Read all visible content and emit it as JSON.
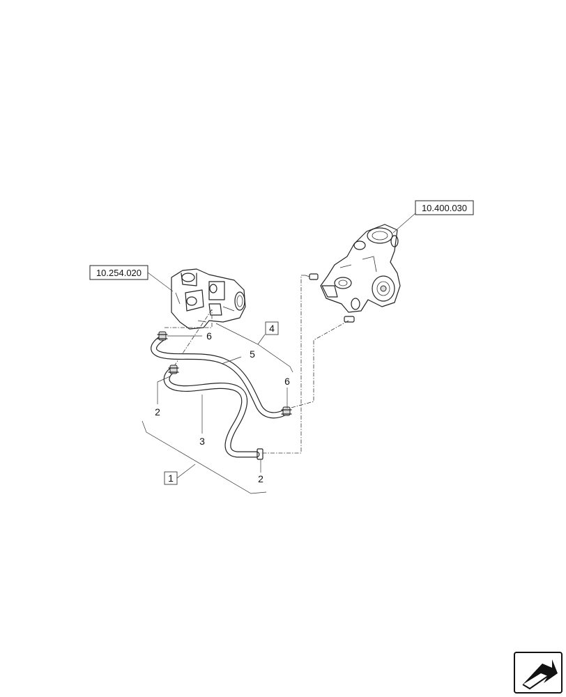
{
  "references": {
    "valve_ref": "10.254.020",
    "pump_ref": "10.400.030"
  },
  "callouts": {
    "kit_1": "1",
    "hose_2_left": "2",
    "hose_2_bottom": "2",
    "hose_3": "3",
    "kit_4": "4",
    "hose_5": "5",
    "clamp_6_upper": "6",
    "clamp_6_right": "6"
  },
  "icons": {
    "nav_arrow": "next-page-arrow-icon"
  }
}
